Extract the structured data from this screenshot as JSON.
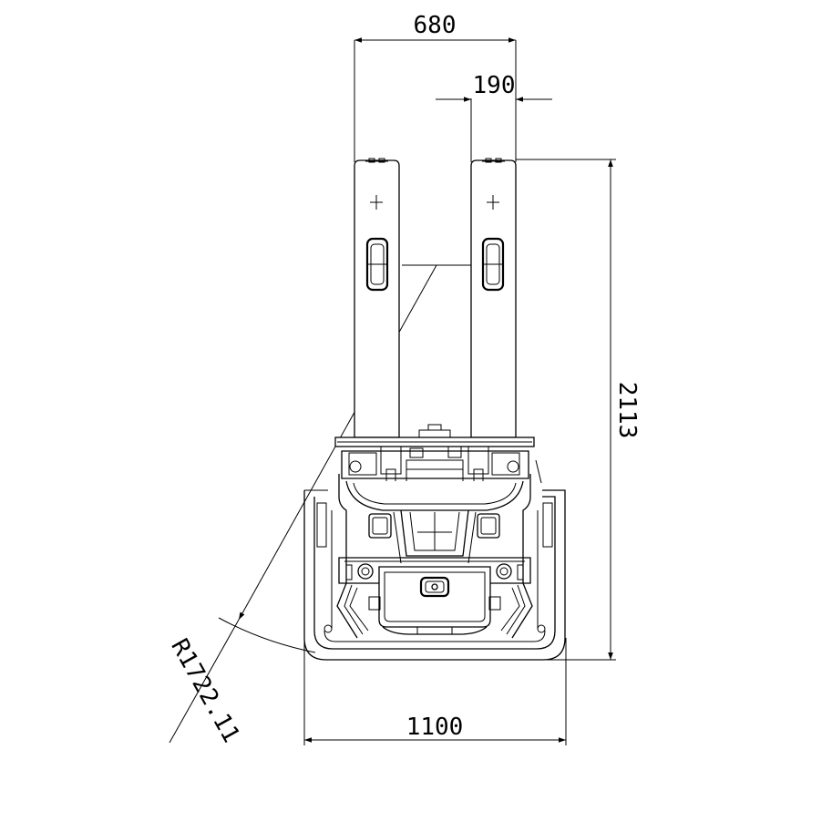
{
  "dimensions": {
    "fork_spread": "680",
    "fork_width": "190",
    "overall_length": "2113",
    "overall_width": "1100",
    "turning_radius": "R1722.11"
  },
  "colors": {
    "line": "#000000",
    "background": "#ffffff"
  }
}
